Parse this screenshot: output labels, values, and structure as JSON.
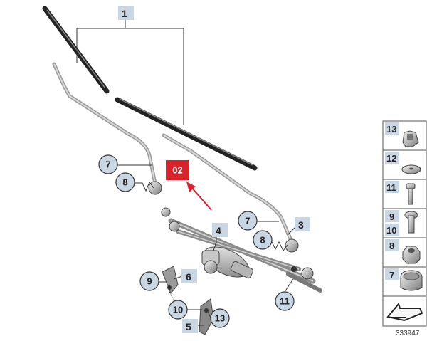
{
  "callouts": {
    "c1": "1",
    "c3": "3",
    "c4": "4",
    "c5": "5",
    "c6": "6",
    "c7a": "7",
    "c8a": "8",
    "c7b": "7",
    "c8b": "8",
    "c9": "9",
    "c10": "10",
    "c13": "13",
    "c11": "11"
  },
  "marker": {
    "label": "02",
    "color": "#d8232a"
  },
  "legend": [
    {
      "label": "13",
      "icon": "clip-nut-icon"
    },
    {
      "label": "12",
      "icon": "washer-icon"
    },
    {
      "label": "11",
      "icon": "hex-bolt-icon"
    },
    {
      "label": "9",
      "label2": "10",
      "icon": "flange-screw-icon"
    },
    {
      "label": "8",
      "icon": "hex-nut-icon"
    },
    {
      "label": "7",
      "icon": "rubber-cap-icon"
    },
    {
      "label": "",
      "icon": "arrow-tool-icon"
    }
  ],
  "reference": "333947",
  "colors": {
    "label_box": "#c9d6e4",
    "accent": "#d8232a"
  }
}
